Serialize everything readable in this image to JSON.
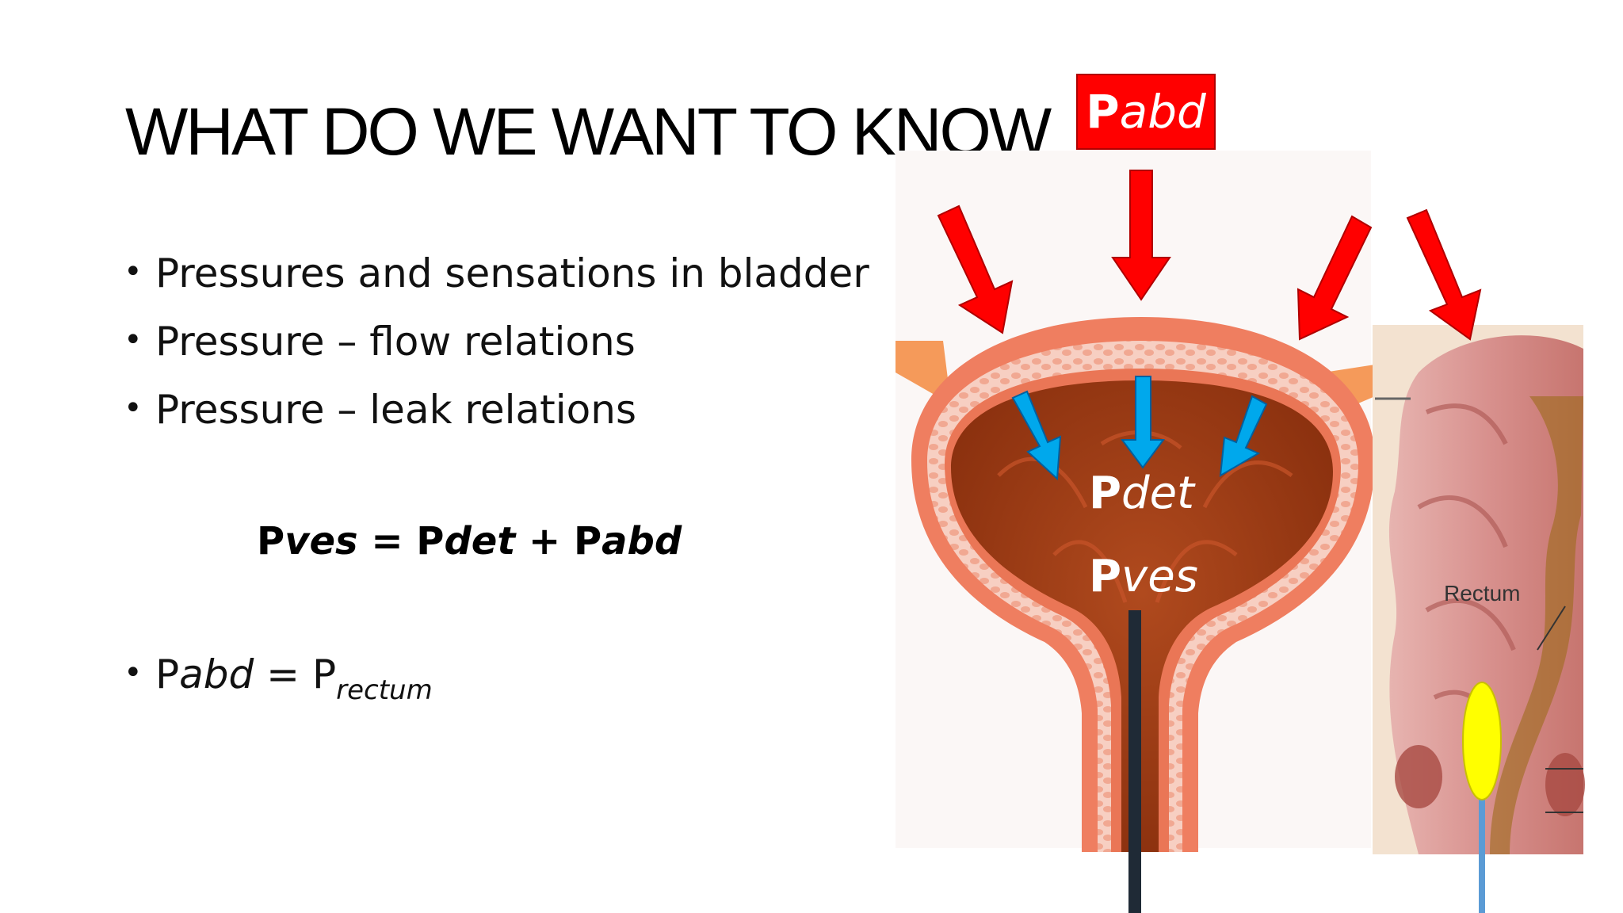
{
  "slide": {
    "title": "WHAT DO WE WANT TO KNOW",
    "bullets": [
      "Pressures and sensations in bladder",
      "Pressure – flow relations",
      "Pressure – leak relations"
    ],
    "equation": {
      "lhs_p": "P",
      "lhs_sub": "ves",
      "eq": " = ",
      "t1_p": "P",
      "t1_sub": "det",
      "plus": " + ",
      "t2_p": "P",
      "t2_sub": "abd"
    },
    "bullet_abd": {
      "p": "P",
      "sub_italic": "abd",
      "eq": " = P",
      "subscript": "rectum"
    }
  },
  "diagram": {
    "padb_label": {
      "p": "P",
      "sub": "abd"
    },
    "pdet_label": {
      "p": "P",
      "sub": "det"
    },
    "pves_label": {
      "p": "P",
      "sub": "ves"
    },
    "rectum_label": "Rectum",
    "colors": {
      "abdominal_arrow": "#ff0000",
      "detrusor_arrow": "#00a8ec",
      "bladder_interior": "#9b3a14",
      "bladder_wall": "#ee7d62",
      "balloon": "#ffff00",
      "catheter_rectal": "#5b9bd5",
      "catheter_bladder": "#1f2a36"
    }
  }
}
